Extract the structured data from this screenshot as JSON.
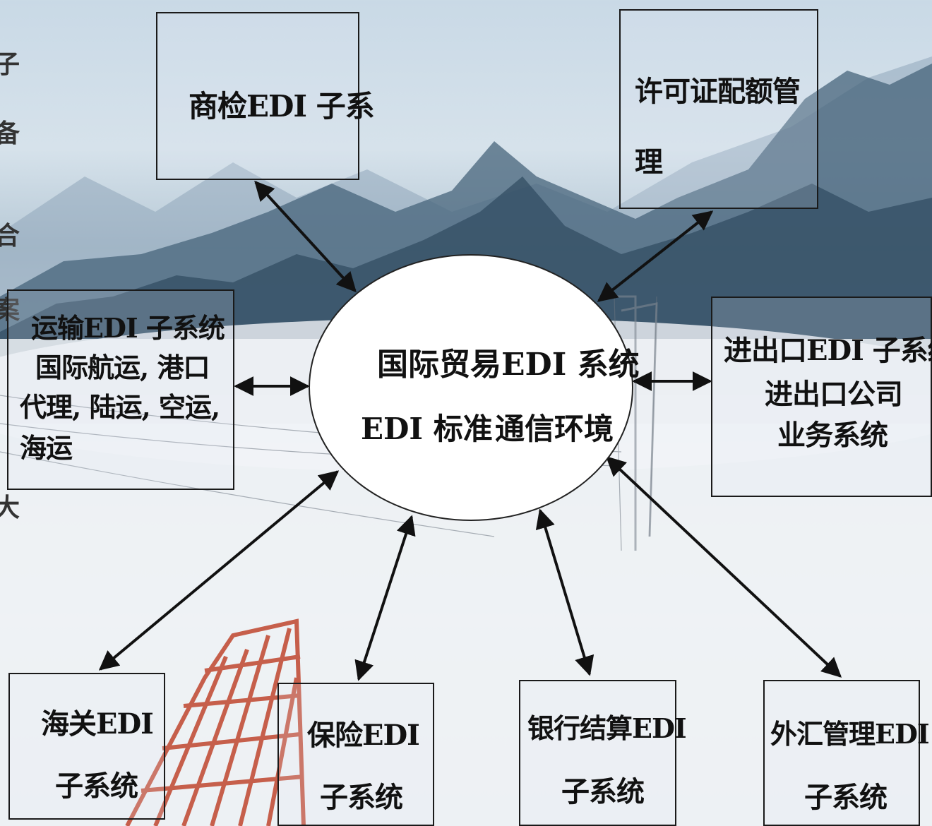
{
  "hub": {
    "title": "国际贸易EDI 系统",
    "line2_left": "EDI 标准",
    "line2_right": "通信环境"
  },
  "boxes": {
    "commodity": [
      "商检EDI 子系"
    ],
    "license": [
      "许可证配额管",
      "理"
    ],
    "transport": [
      "运输EDI 子系统",
      "国际航运, 港口",
      "代理, 陆运, 空运,",
      "海运"
    ],
    "import_export": [
      "进出口EDI 子系统",
      "进出口公司",
      "业务系统"
    ],
    "customs": [
      "海关EDI",
      "子系统"
    ],
    "insurance": [
      "保险EDI",
      "子系统"
    ],
    "bank": [
      "银行结算EDI",
      "子系统"
    ],
    "forex": [
      "外汇管理EDI",
      "子系统"
    ]
  },
  "left_edge_chars": [
    "子",
    "备",
    "合",
    "案",
    "大"
  ],
  "colors": {
    "border": "#1a1a1a",
    "arrow": "#111111",
    "hub_fill": "#ffffff",
    "bridge": "#c0462e"
  }
}
